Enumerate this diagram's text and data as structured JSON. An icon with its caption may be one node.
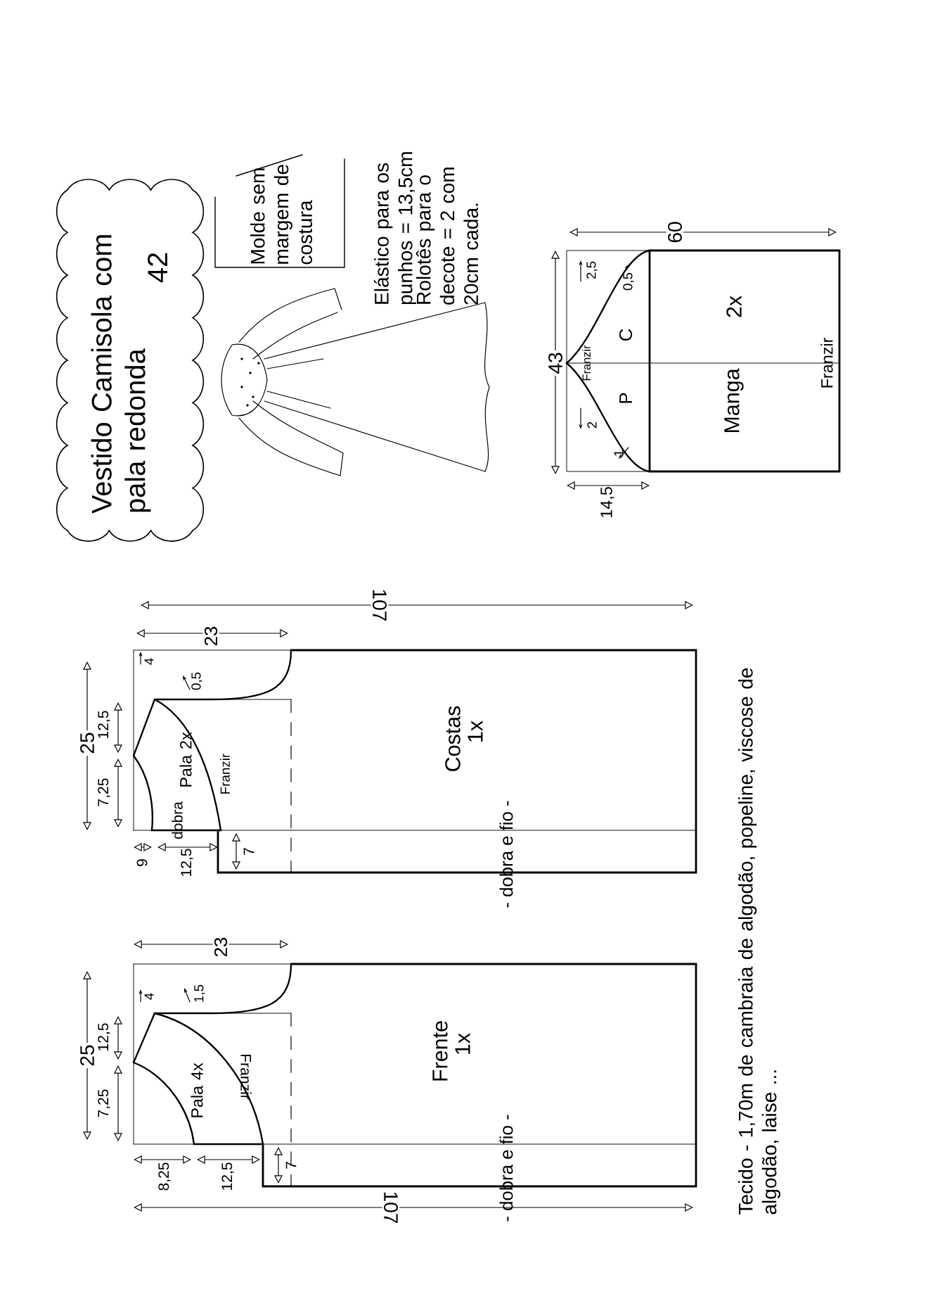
{
  "diagram": {
    "nodes": [
      {
        "text": [
          "Vestido Camisola com pala redonda",
          "42"
        ]
      },
      {
        "text": [
          "Molde sem margem de costura"
        ]
      },
      {
        "text": [
          "Manga",
          "2x",
          "Franzir"
        ]
      },
      {
        "text": [
          "Costas",
          "1x",
          "- dobra e fio -"
        ]
      },
      {
        "text": [
          "Pala 2x",
          "dobra",
          "Franzir"
        ]
      },
      {
        "text": [
          "Frente",
          "1x",
          "- dobra e fio -"
        ]
      },
      {
        "text": [
          "Pala 4x",
          "Franzir"
        ]
      }
    ],
    "labels": [
      "Elástico para os punhos = 13,5cm",
      "Rolotês para o decote = 2 com 20cm cada.",
      "60",
      "43",
      "2,5",
      "0,5",
      "C",
      "Franzir",
      "P",
      "2",
      "1",
      "14,5",
      "107",
      "23",
      "25",
      "4",
      "0,5",
      "12,5",
      "7,25",
      "9",
      "12,5",
      "7",
      "23",
      "25",
      "4",
      "1,5",
      "12,5",
      "7,25",
      "8,25",
      "12,5",
      "7",
      "107",
      "Tecido - 1,70m de cambraia de algodão, popeline, viscose de algodão, laise ..."
    ]
  }
}
